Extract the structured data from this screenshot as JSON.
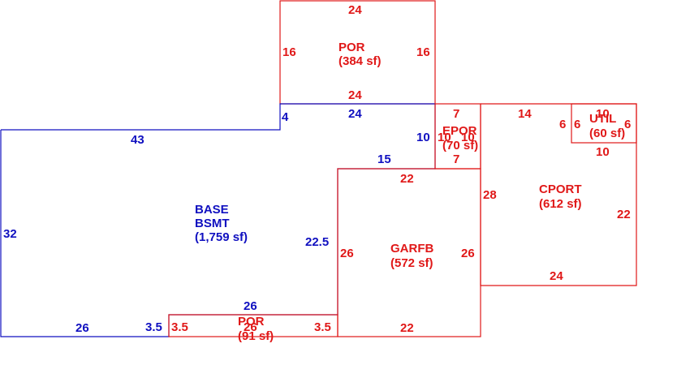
{
  "colors": {
    "base": "#1010c0",
    "addition": "#e01818"
  },
  "areas": {
    "base": {
      "code": "BASE",
      "sub": "BSMT",
      "area": "(1,759 sf)"
    },
    "por_top": {
      "code": "POR",
      "area": "(384 sf)"
    },
    "epor": {
      "code": "EPOR",
      "area": "(70 sf)"
    },
    "util": {
      "code": "UTIL",
      "area": "(60 sf)"
    },
    "cport": {
      "code": "CPORT",
      "area": "(612 sf)"
    },
    "garfb": {
      "code": "GARFB",
      "area": "(572 sf)"
    },
    "por_bottom": {
      "code": "POR",
      "area": "(91 sf)"
    }
  },
  "dims": {
    "por_top": {
      "top": "24",
      "left": "16",
      "right": "16",
      "bottom": "24"
    },
    "base": {
      "top_a": "4",
      "top_b": "24",
      "top_c": "43",
      "right_a": "10",
      "right_b": "15",
      "left": "32",
      "inner": "22.5",
      "bottom_a": "26",
      "bottom_b": "3.5",
      "bottom_c": "26"
    },
    "epor": {
      "top": "7",
      "left": "10",
      "right": "10",
      "bottom": "7"
    },
    "cport": {
      "top": "14",
      "left": "28",
      "right": "22",
      "bottom": "24",
      "util_step": "6"
    },
    "util": {
      "top": "10",
      "left": "6",
      "right": "6",
      "bottom": "10"
    },
    "garfb": {
      "top": "22",
      "left": "26",
      "right": "26",
      "bottom": "22"
    },
    "por_bottom": {
      "left": "3.5",
      "right": "3.5",
      "top": "26"
    }
  }
}
